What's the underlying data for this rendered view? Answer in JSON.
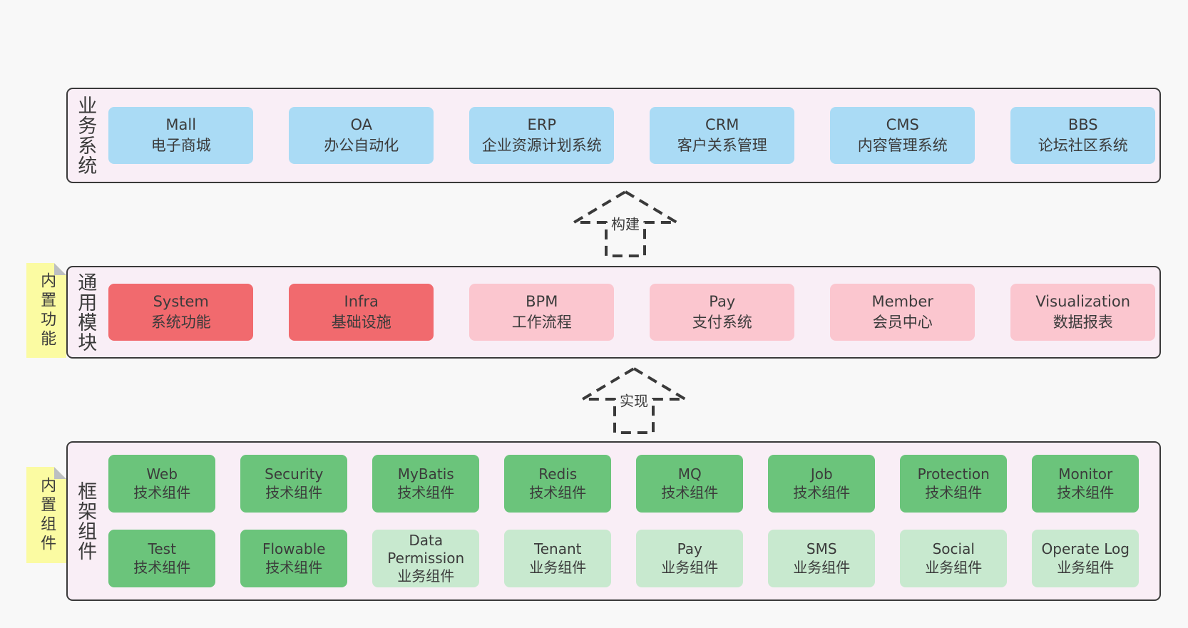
{
  "colors": {
    "page_bg": "#f8f8f8",
    "panel_bg": "#f9eef6",
    "panel_border": "#3a3a3a",
    "text": "#3b3b3b",
    "blue": "#aadbf5",
    "red": "#f16a6e",
    "pink": "#fbc6cf",
    "green": "#6bc47b",
    "green_light": "#c8e9cf",
    "sticky_yellow": "#fbfba2",
    "sticky_fold_gray": "#bcbfc2"
  },
  "arrows": [
    {
      "label": "构建"
    },
    {
      "label": "实现"
    }
  ],
  "stickies": [
    {
      "label": "内置功能"
    },
    {
      "label": "内置组件"
    }
  ],
  "sections": [
    {
      "label": "业务系统",
      "rows": [
        [
          {
            "title": "Mall",
            "subtitle": "电子商城",
            "variant": "blue"
          },
          {
            "title": "OA",
            "subtitle": "办公自动化",
            "variant": "blue"
          },
          {
            "title": "ERP",
            "subtitle": "企业资源计划系统",
            "variant": "blue"
          },
          {
            "title": "CRM",
            "subtitle": "客户关系管理",
            "variant": "blue"
          },
          {
            "title": "CMS",
            "subtitle": "内容管理系统",
            "variant": "blue"
          },
          {
            "title": "BBS",
            "subtitle": "论坛社区系统",
            "variant": "blue"
          }
        ]
      ]
    },
    {
      "label": "通用模块",
      "rows": [
        [
          {
            "title": "System",
            "subtitle": "系统功能",
            "variant": "red"
          },
          {
            "title": "Infra",
            "subtitle": "基础设施",
            "variant": "red"
          },
          {
            "title": "BPM",
            "subtitle": "工作流程",
            "variant": "pink"
          },
          {
            "title": "Pay",
            "subtitle": "支付系统",
            "variant": "pink"
          },
          {
            "title": "Member",
            "subtitle": "会员中心",
            "variant": "pink"
          },
          {
            "title": "Visualization",
            "subtitle": "数据报表",
            "variant": "pink"
          }
        ]
      ]
    },
    {
      "label": "框架组件",
      "rows": [
        [
          {
            "title": "Web",
            "subtitle": "技术组件",
            "variant": "green"
          },
          {
            "title": "Security",
            "subtitle": "技术组件",
            "variant": "green"
          },
          {
            "title": "MyBatis",
            "subtitle": "技术组件",
            "variant": "green"
          },
          {
            "title": "Redis",
            "subtitle": "技术组件",
            "variant": "green"
          },
          {
            "title": "MQ",
            "subtitle": "技术组件",
            "variant": "green"
          },
          {
            "title": "Job",
            "subtitle": "技术组件",
            "variant": "green"
          },
          {
            "title": "Protection",
            "subtitle": "技术组件",
            "variant": "green"
          },
          {
            "title": "Monitor",
            "subtitle": "技术组件",
            "variant": "green"
          }
        ],
        [
          {
            "title": "Test",
            "subtitle": "技术组件",
            "variant": "green"
          },
          {
            "title": "Flowable",
            "subtitle": "技术组件",
            "variant": "green"
          },
          {
            "title": "Data Permission",
            "subtitle": "业务组件",
            "variant": "green_light"
          },
          {
            "title": "Tenant",
            "subtitle": "业务组件",
            "variant": "green_light"
          },
          {
            "title": "Pay",
            "subtitle": "业务组件",
            "variant": "green_light"
          },
          {
            "title": "SMS",
            "subtitle": "业务组件",
            "variant": "green_light"
          },
          {
            "title": "Social",
            "subtitle": "业务组件",
            "variant": "green_light"
          },
          {
            "title": "Operate Log",
            "subtitle": "业务组件",
            "variant": "green_light"
          }
        ]
      ]
    }
  ]
}
